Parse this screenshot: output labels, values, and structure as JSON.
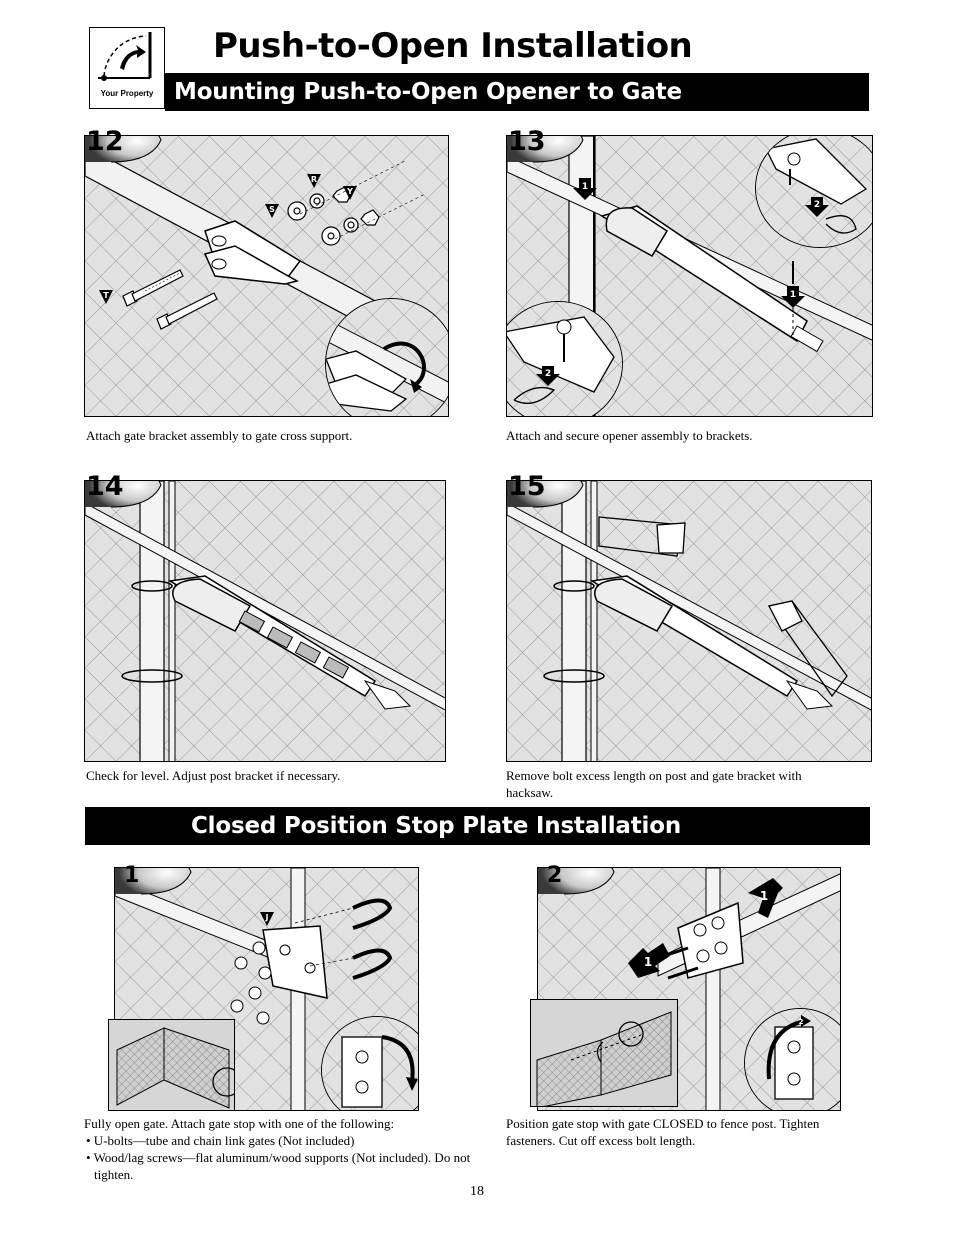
{
  "header": {
    "title": "Push-to-Open Installation",
    "logo_label": "Your Property",
    "section_1": "Mounting Push-to-Open Opener to Gate",
    "section_2": "Closed Position Stop Plate Installation"
  },
  "steps": [
    {
      "number": "12",
      "caption": "Attach gate bracket assembly to gate cross support.",
      "labels": [
        "R",
        "Y",
        "S",
        "T"
      ]
    },
    {
      "number": "13",
      "caption": "Attach and secure opener assembly to brackets.",
      "labels": [
        "1",
        "2",
        "1",
        "2"
      ]
    },
    {
      "number": "14",
      "caption": "Check for level. Adjust post bracket if necessary."
    },
    {
      "number": "15",
      "caption": "Remove bolt excess length on post and gate bracket with hacksaw."
    }
  ],
  "stop_steps": [
    {
      "number": "1",
      "label": "J",
      "caption_intro": "Fully open gate. Attach gate stop with one of the following:",
      "caption_items": [
        "• U-bolts—tube and chain link gates (Not included)",
        "• Wood/lag screws—flat aluminum/wood supports (Not included). Do not tighten."
      ]
    },
    {
      "number": "2",
      "labels": [
        "1",
        "1",
        "2"
      ],
      "caption": "Position gate stop with gate CLOSED to fence post. Tighten fasteners. Cut off excess bolt length."
    }
  ],
  "page_number": "18",
  "colors": {
    "panel": "#dcdcdc",
    "bar": "#000000",
    "text": "#000000"
  }
}
